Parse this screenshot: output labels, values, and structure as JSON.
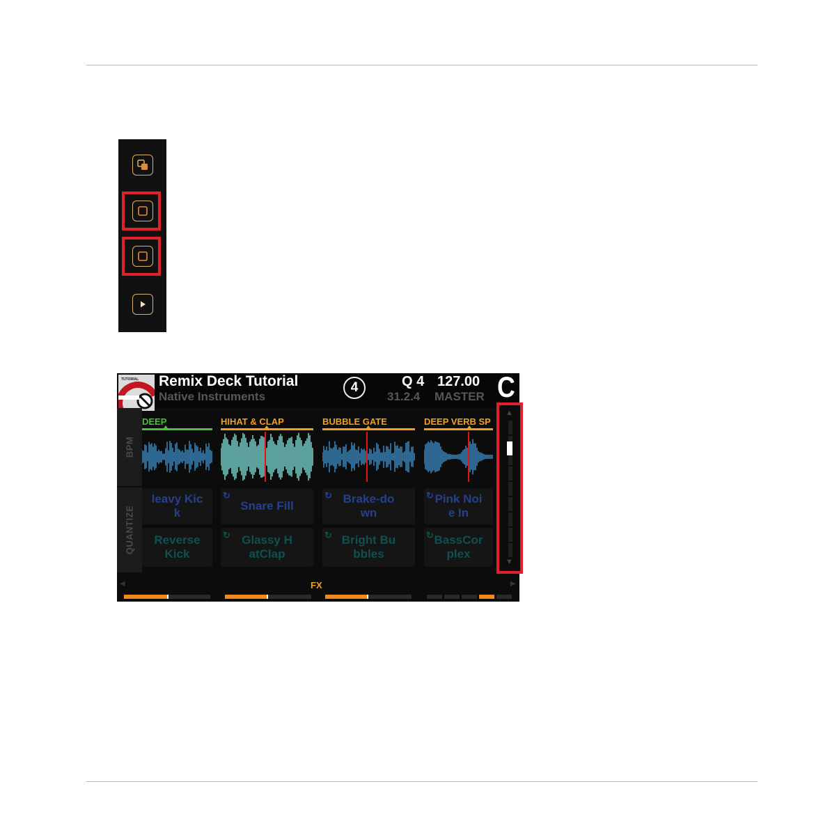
{
  "controller": {
    "buttons": [
      {
        "name": "capture-source-button",
        "icon": "layers-icon",
        "highlighted": false
      },
      {
        "name": "slot-button-upper",
        "icon": "square-icon",
        "highlighted": true
      },
      {
        "name": "slot-button-lower",
        "icon": "square-icon",
        "highlighted": true
      },
      {
        "name": "play-button",
        "icon": "play-icon",
        "highlighted": false
      }
    ],
    "highlight_color": "#e0202a",
    "button_accent_color": "#d9b36a"
  },
  "screen": {
    "cover_tag": "TUTORIAL",
    "track_title": "Remix Deck Tutorial",
    "artist": "Native Instruments",
    "beat_indicator": "4",
    "quantize": "Q 4",
    "tempo": "127.00",
    "position": "31.2.4",
    "sync_mode": "MASTER",
    "deck_letter": "C",
    "side_labels": {
      "top": "BPM",
      "bottom": "QUANTIZE"
    },
    "slots": [
      {
        "name": "DEEP",
        "color": "#4cbf3c",
        "cells": [
          {
            "text": "leavy Kic\nk",
            "color": "blue",
            "loop": false
          },
          {
            "text": "Reverse\nKick",
            "color": "teal",
            "loop": false
          }
        ]
      },
      {
        "name": "HIHAT & CLAP",
        "color": "#f0a020",
        "cells": [
          {
            "text": "Snare Fill",
            "color": "blue",
            "loop": true
          },
          {
            "text": "Glassy H\natClap",
            "color": "teal",
            "loop": true
          }
        ]
      },
      {
        "name": "BUBBLE GATE",
        "color": "#f0a020",
        "cells": [
          {
            "text": "Brake-do\nwn",
            "color": "blue",
            "loop": true
          },
          {
            "text": "Bright Bu\nbbles",
            "color": "teal",
            "loop": true
          }
        ]
      },
      {
        "name": "DEEP VERB SP",
        "color": "#f0a020",
        "cells": [
          {
            "text": "Pink Noi\ne In",
            "color": "blue",
            "loop": true
          },
          {
            "text": "BassCor\nplex",
            "color": "teal",
            "loop": true
          }
        ]
      }
    ],
    "footer_label": "FX",
    "accent_color": "#f08a1c",
    "scrollbar_position": 0.17
  }
}
